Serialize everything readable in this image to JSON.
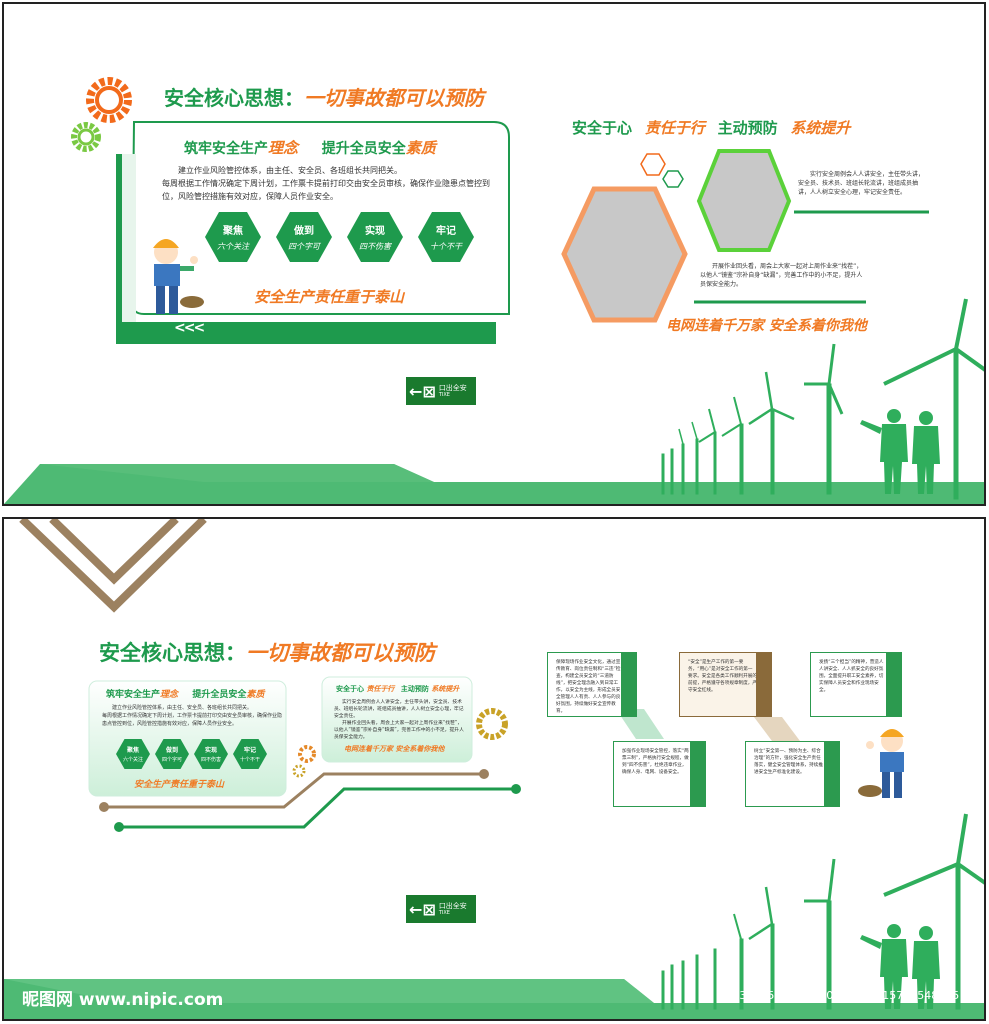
{
  "colors": {
    "green": "#1e9a4d",
    "orange": "#f07a24",
    "gray": "#c8c8c8",
    "brown": "#9c8160"
  },
  "top": {
    "headline": "安全核心思想：",
    "headline_accent": "一切事故都可以预防",
    "box_title_a": "筑牢安全生产",
    "box_title_a_accent": "理念",
    "box_title_b": "提升全员安全",
    "box_title_b_accent": "素质",
    "paragraph_1": "建立作业风险管控体系，由主任、安全员、各班组长共同把关。",
    "paragraph_2": "每周根据工作情况确定下周计划，工作票卡提前打印交由安全员审核，确保作业隐患点管控到位，风险管控措施有效对应，保障人员作业安全。",
    "hexes": [
      {
        "head": "聚焦",
        "sub": "六个关注"
      },
      {
        "head": "做到",
        "sub": "四个字可"
      },
      {
        "head": "实现",
        "sub": "四不伤害"
      },
      {
        "head": "牢记",
        "sub": "十个不干"
      }
    ],
    "slogan_left": "安全生产责任重于泰山",
    "chevrons": "<<<",
    "right_title_a": "安全于心",
    "right_title_b": "责任于行",
    "right_title_c": "主动预防",
    "right_title_d": "系统提升",
    "right_text_1": "实行安全周例会人人讲安全，主任带头讲，安全员、技术员、班组长轮流讲，班组成员抽讲，人人树立安全心理，牢记安全责任。",
    "right_text_2": "开展作业回头看，周会上大家一起对上周作业来“找茬”，以他人“镜鉴”宗补自身“缺漏”，完善工作中的小不足，提升人员保安全能力。",
    "slogan_right": "电网连着千万家 安全系着你我他",
    "exit_label": "口出全安",
    "exit_sub": "TIXE"
  },
  "bottom": {
    "headline": "安全核心思想：",
    "headline_accent": "一切事故都可以预防",
    "box_title_a": "筑牢安全生产",
    "box_title_a_accent": "理念",
    "box_title_b": "提升全员安全",
    "box_title_b_accent": "素质",
    "paragraph_1": "建立作业风险管控体系，由主任、安全员、各班组长共同把关。",
    "paragraph_2": "每周根据工作情况确定下周计划，工作票卡提前打印交由安全员审核，确保作业隐患点管控到位，风险管控措施有效对应，保障人员作业安全。",
    "hexes": [
      {
        "head": "聚焦",
        "sub": "六个关注"
      },
      {
        "head": "做到",
        "sub": "四个字可"
      },
      {
        "head": "实现",
        "sub": "四不伤害"
      },
      {
        "head": "牢记",
        "sub": "十个不干"
      }
    ],
    "slogan_left": "安全生产责任重于泰山",
    "box2_title_a": "安全于心",
    "box2_title_b": "责任于行",
    "box2_title_c": "主动预防",
    "box2_title_d": "系统提升",
    "box2_text_1": "实行安全周例会人人讲安全，主任带头讲，安全员、技术员、班组长轮流讲，班组成员抽讲，人人树立安全心理，牢记安全责任。",
    "box2_text_2": "开展作业回头看，周会上大家一起对上周作业来“找茬”，以他人“镜鉴”宗补自身“缺漏”，完善工作中的小不足，提升人员保安全能力。",
    "box2_slogan": "电网连着千万家 安全系着你我他",
    "cards": [
      {
        "text": "保障现场作业安全文化，通过宣传教育、岗位责任制和“三违”检查，构建全员安全的“三道防线”，把安全理念融入到日常工作，以安全为主线，形成全员安全管理人人有责、人人参与的良好氛围，持续做好安全宣传教育。"
      },
      {
        "text": "“安全”是生产工作的第一要务，“用心”是对安全工作的第一要求。安全是各类工作顺利开展的前提，严格遵守各项规章制度，严守安全红线。"
      },
      {
        "text": "发扬“三个担当”的精神，营造人人讲安全、人人抓安全的良好氛围，全面提升职工安全素养，切实保障人员安全和作业现场安全。"
      },
      {
        "text": "加强作业现场安全管控，落实“两票三制”，严格执行安全规程，做到“四不伤害”，杜绝违章作业，确保人身、电网、设备安全。"
      },
      {
        "text": "树立“安全第一、预防为主、综合治理”的方针，强化安全生产责任落实，健全安全管理体系，持续推进安全生产标准化建设。"
      }
    ],
    "exit_label": "口出全安",
    "exit_sub": "TIXE"
  },
  "watermark": {
    "site": "昵图网 www.nipic.com",
    "id": "ID:34535052 NO:20240815115721548105"
  }
}
